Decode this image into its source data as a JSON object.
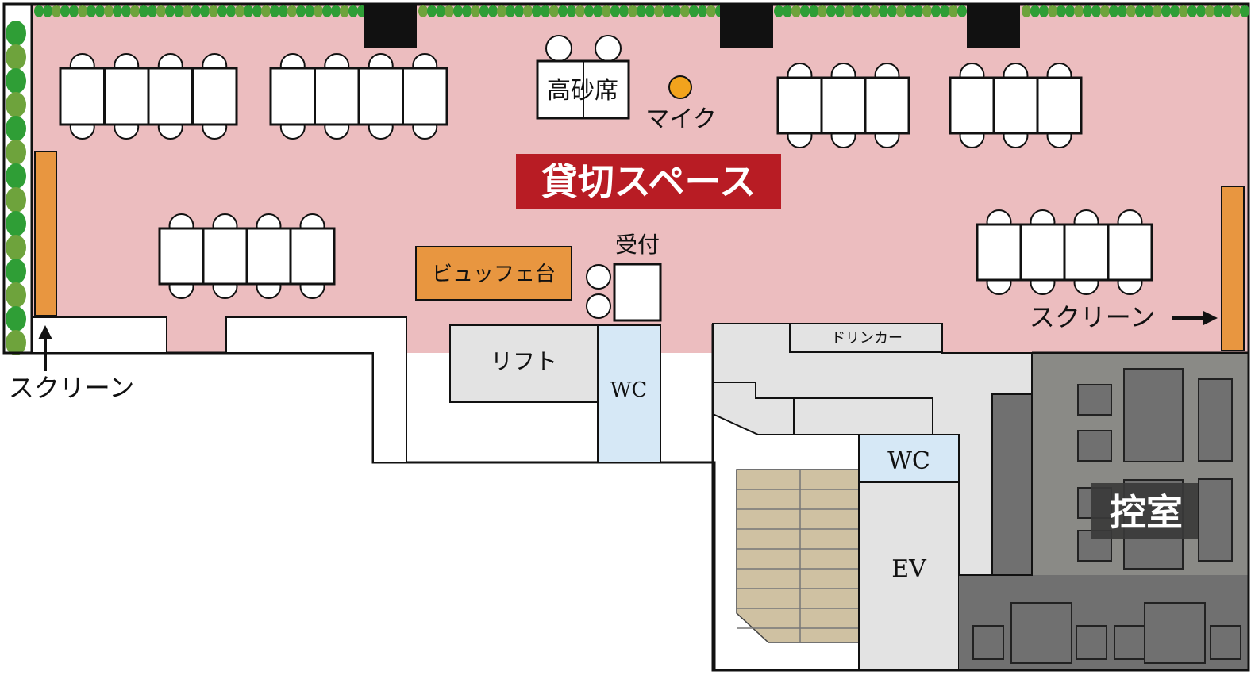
{
  "title": "貸切スペース",
  "labels": {
    "takasago": "高砂席",
    "mic": "マイク",
    "buffet": "ビュッフェ台",
    "reception": "受付",
    "lift": "リフト",
    "wc_left": "WC",
    "wc_right": "WC",
    "drinker": "ドリンカー",
    "ev": "EV",
    "waiting_room": "控室",
    "screen_left": "スクリーン",
    "screen_right": "スクリーン"
  },
  "colors": {
    "floor": "#ecbdbf",
    "title_bg": "#b81c24",
    "orange": "#e89640",
    "mic": "#f2a31d",
    "wc": "#d6e8f6",
    "service": "#e3e3e3",
    "waiting_dark": "#707070",
    "waiting_mid": "#8a8a86",
    "stairs": "#cfc1a2",
    "hedge": "#2f9e36"
  }
}
